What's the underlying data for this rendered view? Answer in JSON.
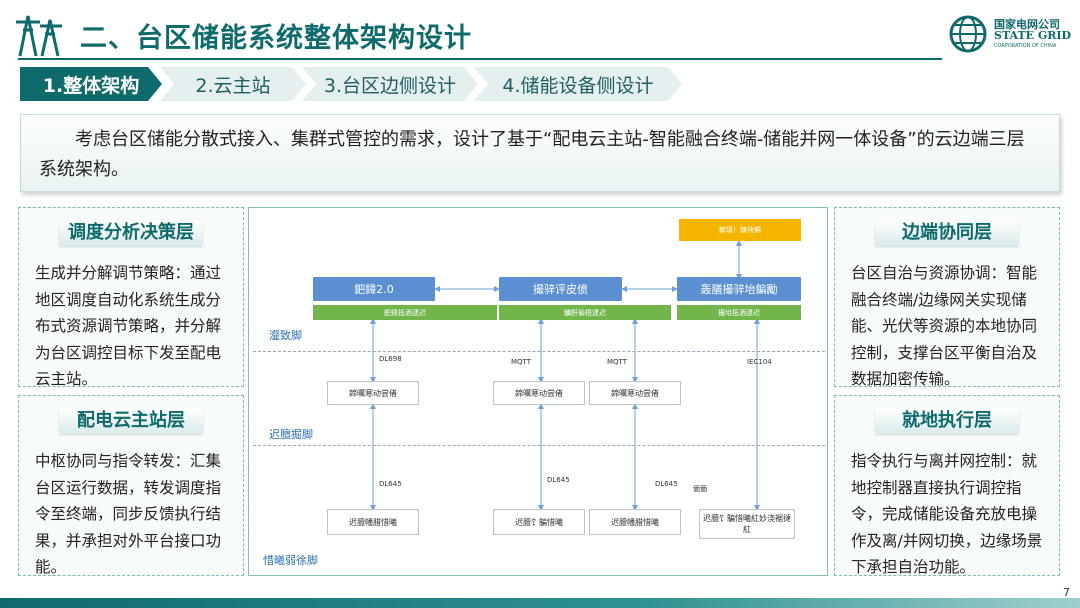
{
  "header": {
    "title": "二、台区储能系统整体架构设计",
    "brand_cn": "国家电网公司",
    "brand_en": "STATE GRID",
    "brand_sub": "CORPORATION OF CHINA"
  },
  "tabs": [
    {
      "label": "1.整体架构",
      "active": true
    },
    {
      "label": "2.云主站",
      "active": false
    },
    {
      "label": "3.台区边侧设计",
      "active": false
    },
    {
      "label": "4.储能设备侧设计",
      "active": false
    }
  ],
  "intro": "考虑台区储能分散式接入、集群式管控的需求，设计了基于“配电云主站-智能融合终端-储能并网一体设备”的云边端三层系统架构。",
  "panels": {
    "left_top": {
      "title": "调度分析决策层",
      "body": "生成并分解调节策略：通过地区调度自动化系统生成分布式资源调节策略，并分解为台区调控目标下发至配电云主站。"
    },
    "left_bottom": {
      "title": "配电云主站层",
      "body": "中枢协同与指令转发：汇集台区运行数据，转发调度指令至终端，同步反馈执行结果，并承担对外平台接口功能。"
    },
    "right_top": {
      "title": "边端协同层",
      "body": "台区自治与资源协调：智能融合终端/边缘网关实现储能、光伏等资源的本地协同控制，支撑台区平衡自治及数据加密传输。"
    },
    "right_bottom": {
      "title": "就地执行层",
      "body": "指令执行与离并网控制：就地控制器直接执行调控指令，完成储能设备充放电操作及离/并网切换，边缘场景下承担自治功能。"
    }
  },
  "diagram": {
    "top_orange": "鏉堟！鍊块鐊",
    "blue_boxes": [
      "鈀鍏2.0",
      "撮骍评皮偾",
      "轰膳撮骍坮鍽勵"
    ],
    "green_bars": [
      "鈀鍏抵酒逮迟",
      "鳙酐偷梧逮迟",
      "撮坮抵酒逮迟"
    ],
    "layer_labels": [
      "瀣致脚",
      "迟膻掘脚",
      "惜曦弱徐脚"
    ],
    "protocols": [
      "DL698",
      "MQTT",
      "MQTT",
      "IEC104",
      "DL645",
      "DL645",
      "DL645"
    ],
    "annotation": "偭偭",
    "mid_boxes": [
      "鍗曞寒动尝偖",
      "鍗曞寒动尝偖",
      "鍗曞寒动尝偖"
    ],
    "bottom_boxes": [
      "迟膻幡腊惜曦",
      "迟膻饣騙惜曦",
      "迟膻幡腊惜曦",
      "迟膻饣騙惜曦紅妙浇裾撻紅"
    ]
  },
  "page_number": "7",
  "colors": {
    "brand": "#0f6a6c",
    "accent_light": "#e6efef",
    "diagram_blue": "#5b8fd2",
    "diagram_green": "#72b54b",
    "diagram_orange": "#f5b400"
  },
  "icons": {
    "left_logo": "power-tower-icon",
    "right_logo": "state-grid-globe-icon"
  }
}
